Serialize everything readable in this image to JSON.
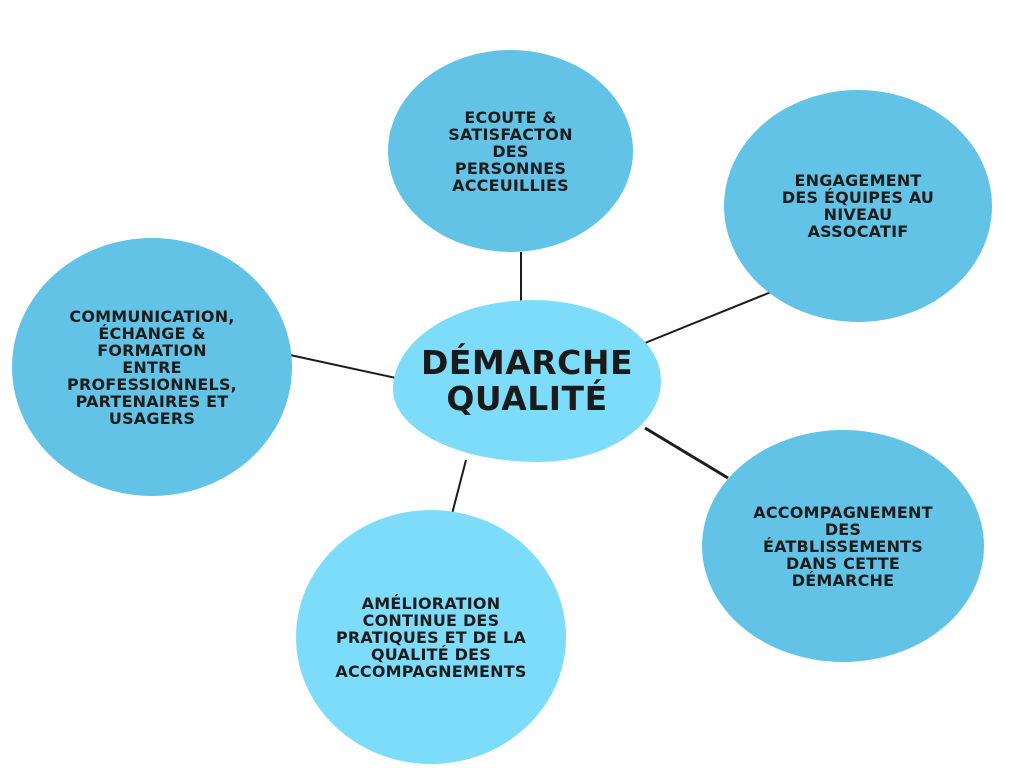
{
  "center": {
    "label": "DÉMARCHE\nQUALITÉ"
  },
  "nodes": {
    "top": "ECOUTE &\nSATISFACTON\nDES\nPERSONNES\nACCEUILLIES",
    "right": "ENGAGEMENT\nDES ÉQUIPES AU\nNIVEAU\nASSOCATIF",
    "left": "COMMUNICATION,\nÉCHANGE &\nFORMATION\nENTRE\nPROFESSIONNELS,\nPARTENAIRES ET\nUSAGERS",
    "bottom": "AMÉLIORATION\nCONTINUE DES\nPRATIQUES ET DE LA\nQUALITÉ DES\nACCOMPAGNEMENTS",
    "bottom_right": "ACCOMPAGNEMENT\nDES\nÉATBLISSEMENTS\nDANS CETTE\nDÉMARCHE"
  },
  "colors": {
    "node_fill": "#63c3e6",
    "center_fill": "#7ddcfa",
    "line": "#1c1c1c",
    "text": "#1c1c1c"
  }
}
